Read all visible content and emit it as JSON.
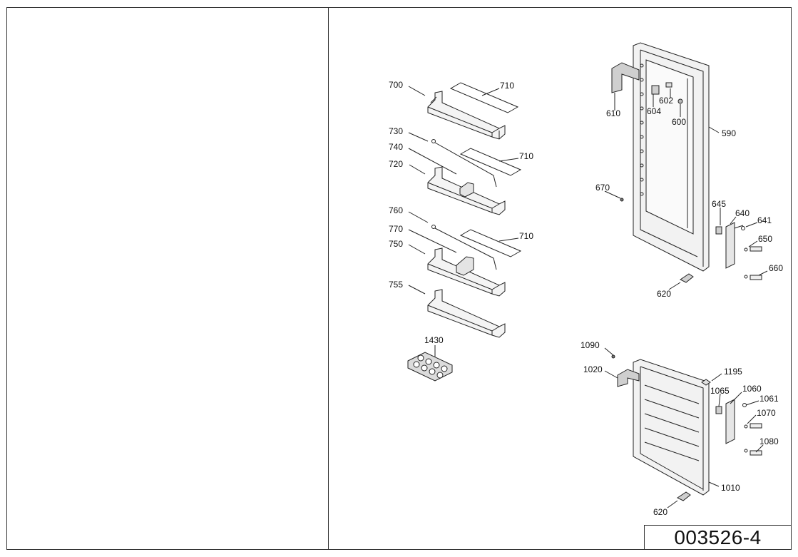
{
  "document_number": "003526-4",
  "callouts": {
    "c700": "700",
    "c710a": "710",
    "c730": "730",
    "c740": "740",
    "c710b": "710",
    "c720": "720",
    "c760": "760",
    "c770": "770",
    "c710c": "710",
    "c750": "750",
    "c755": "755",
    "c1430": "1430",
    "c610": "610",
    "c604": "604",
    "c602": "602",
    "c600": "600",
    "c590": "590",
    "c670": "670",
    "c645": "645",
    "c640": "640",
    "c641": "641",
    "c650": "650",
    "c660": "660",
    "c620a": "620",
    "c1090": "1090",
    "c1020": "1020",
    "c1195": "1195",
    "c1065": "1065",
    "c1060": "1060",
    "c1061": "1061",
    "c1070": "1070",
    "c1080": "1080",
    "c1010": "1010",
    "c620b": "620"
  }
}
